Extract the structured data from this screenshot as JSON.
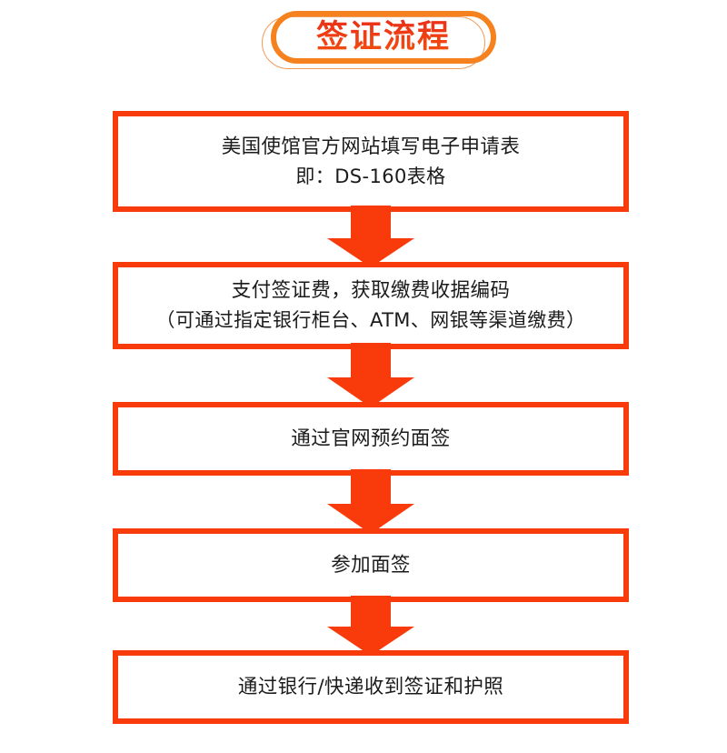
{
  "page": {
    "title": "签证流程",
    "accent_color": "#F93A0B",
    "pill_border_color": "#F5821F",
    "pill_shadow_color": "#F29A5A",
    "title_text_color": "#EE3A16",
    "box_text_color": "#1b1b1b",
    "background_color": "#ffffff"
  },
  "flow": {
    "type": "vertical-flowchart",
    "arrow_direction": "down",
    "arrow_count": 4,
    "step_count": 5,
    "steps": [
      {
        "index": 1,
        "lines": [
          "美国使馆官方网站填写电子申请表",
          "即：DS-160表格"
        ]
      },
      {
        "index": 2,
        "lines": [
          "支付签证费，获取缴费收据编码",
          "（可通过指定银行柜台、ATM、网银等渠道缴费）"
        ]
      },
      {
        "index": 3,
        "lines": [
          "通过官网预约面签"
        ]
      },
      {
        "index": 4,
        "lines": [
          "参加面签"
        ]
      },
      {
        "index": 5,
        "lines": [
          "通过银行/快递收到签证和护照"
        ]
      }
    ],
    "arrows": [
      {
        "index": 1,
        "from_step": 1,
        "to_step": 2,
        "icon": "arrow-down-icon"
      },
      {
        "index": 2,
        "from_step": 2,
        "to_step": 3,
        "icon": "arrow-down-icon"
      },
      {
        "index": 3,
        "from_step": 3,
        "to_step": 4,
        "icon": "arrow-down-icon"
      },
      {
        "index": 4,
        "from_step": 4,
        "to_step": 5,
        "icon": "arrow-down-icon"
      }
    ]
  }
}
